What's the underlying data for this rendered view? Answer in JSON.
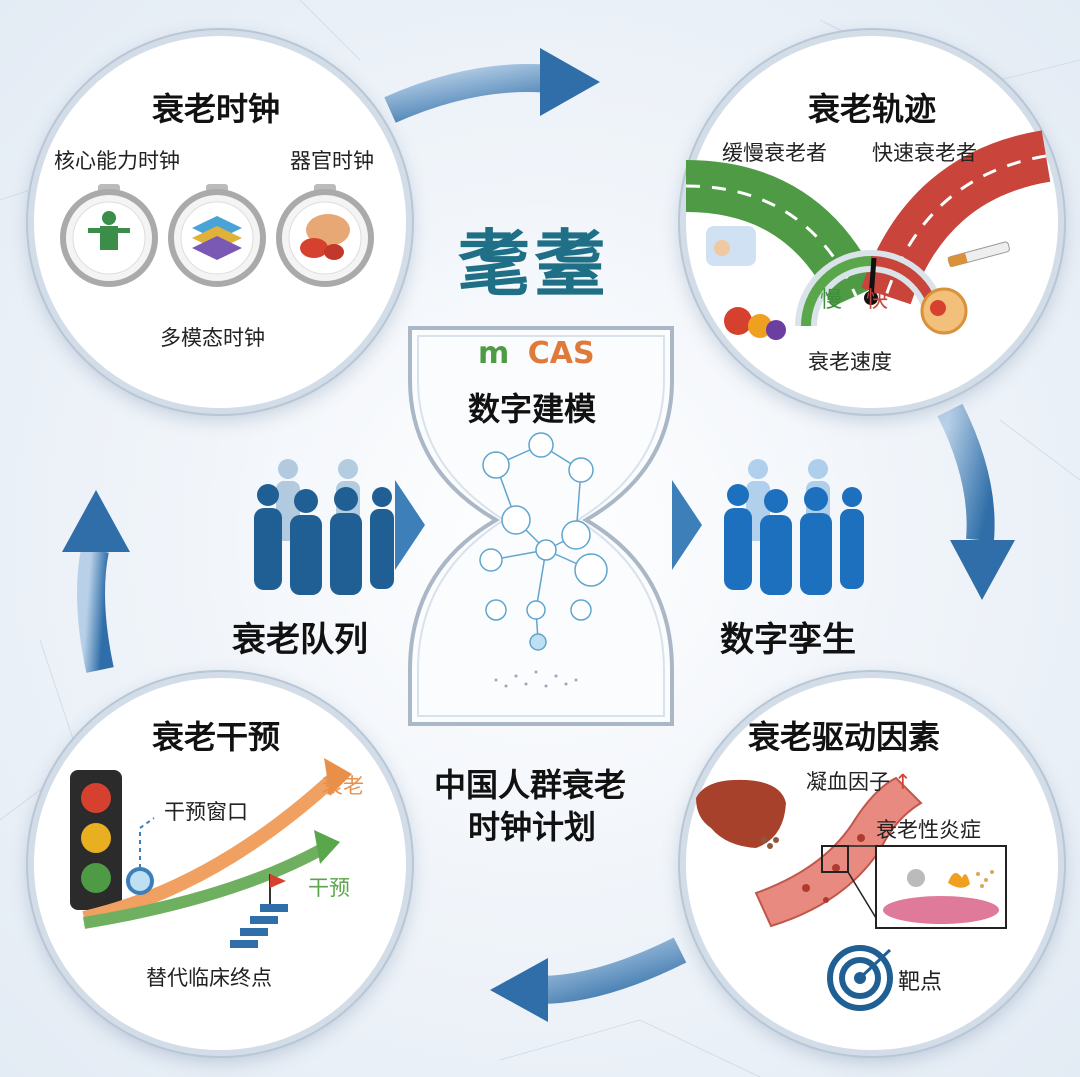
{
  "center": {
    "calligraphy": "耄耋",
    "mcas_m": "m",
    "mcas_cas": "CAS",
    "modeling": "数字建模",
    "plan_line1": "中国人群衰老",
    "plan_line2": "时钟计划"
  },
  "cohort": {
    "label": "衰老队列"
  },
  "twin": {
    "label": "数字孪生"
  },
  "clock": {
    "title": "衰老时钟",
    "core": "核心能力时钟",
    "organ": "器官时钟",
    "multimodal": "多模态时钟"
  },
  "trajectory": {
    "title": "衰老轨迹",
    "slow": "缓慢衰老者",
    "fast": "快速衰老者",
    "gauge_slow": "慢",
    "gauge_fast": "快",
    "speed": "衰老速度"
  },
  "drivers": {
    "title": "衰老驱动因素",
    "coag": "凝血因子",
    "coag_arrow": "↑",
    "inflam": "衰老性炎症",
    "target": "靶点"
  },
  "intervention": {
    "title": "衰老干预",
    "window": "干预窗口",
    "aging": "衰老",
    "interv": "干预",
    "endpoint": "替代临床终点"
  },
  "colors": {
    "arrow_blue": "#3d7fb8",
    "green": "#5aa64a",
    "red": "#c9443a",
    "orange": "#e8904a",
    "calligraphy": "#1f6f86"
  }
}
